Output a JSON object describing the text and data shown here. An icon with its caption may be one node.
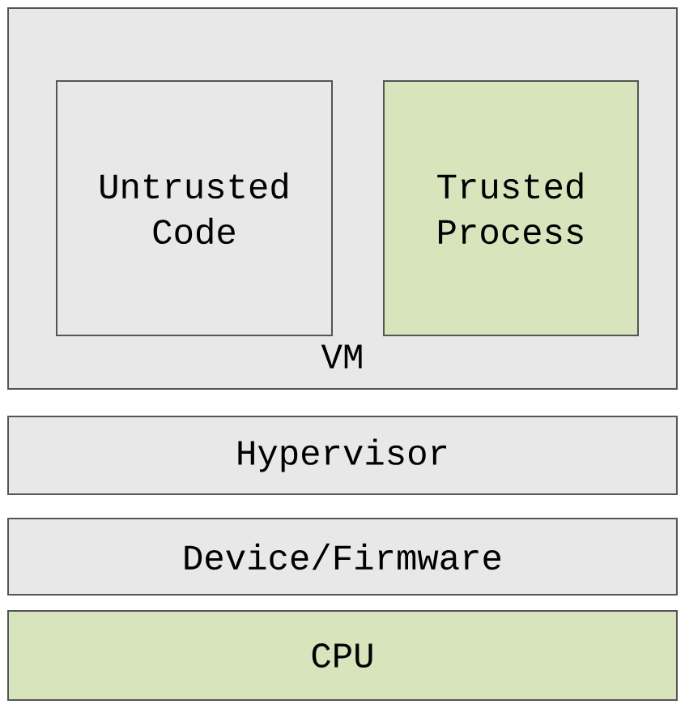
{
  "diagram": {
    "nodes": [
      {
        "text": [
          "VM"
        ]
      },
      {
        "text": [
          "Untrusted Code"
        ],
        "in": 0
      },
      {
        "text": [
          "Trusted Process"
        ],
        "in": 0
      },
      {
        "text": [
          "Hypervisor"
        ]
      },
      {
        "text": [
          "Device/Firmware"
        ]
      },
      {
        "text": [
          "CPU"
        ]
      }
    ]
  }
}
